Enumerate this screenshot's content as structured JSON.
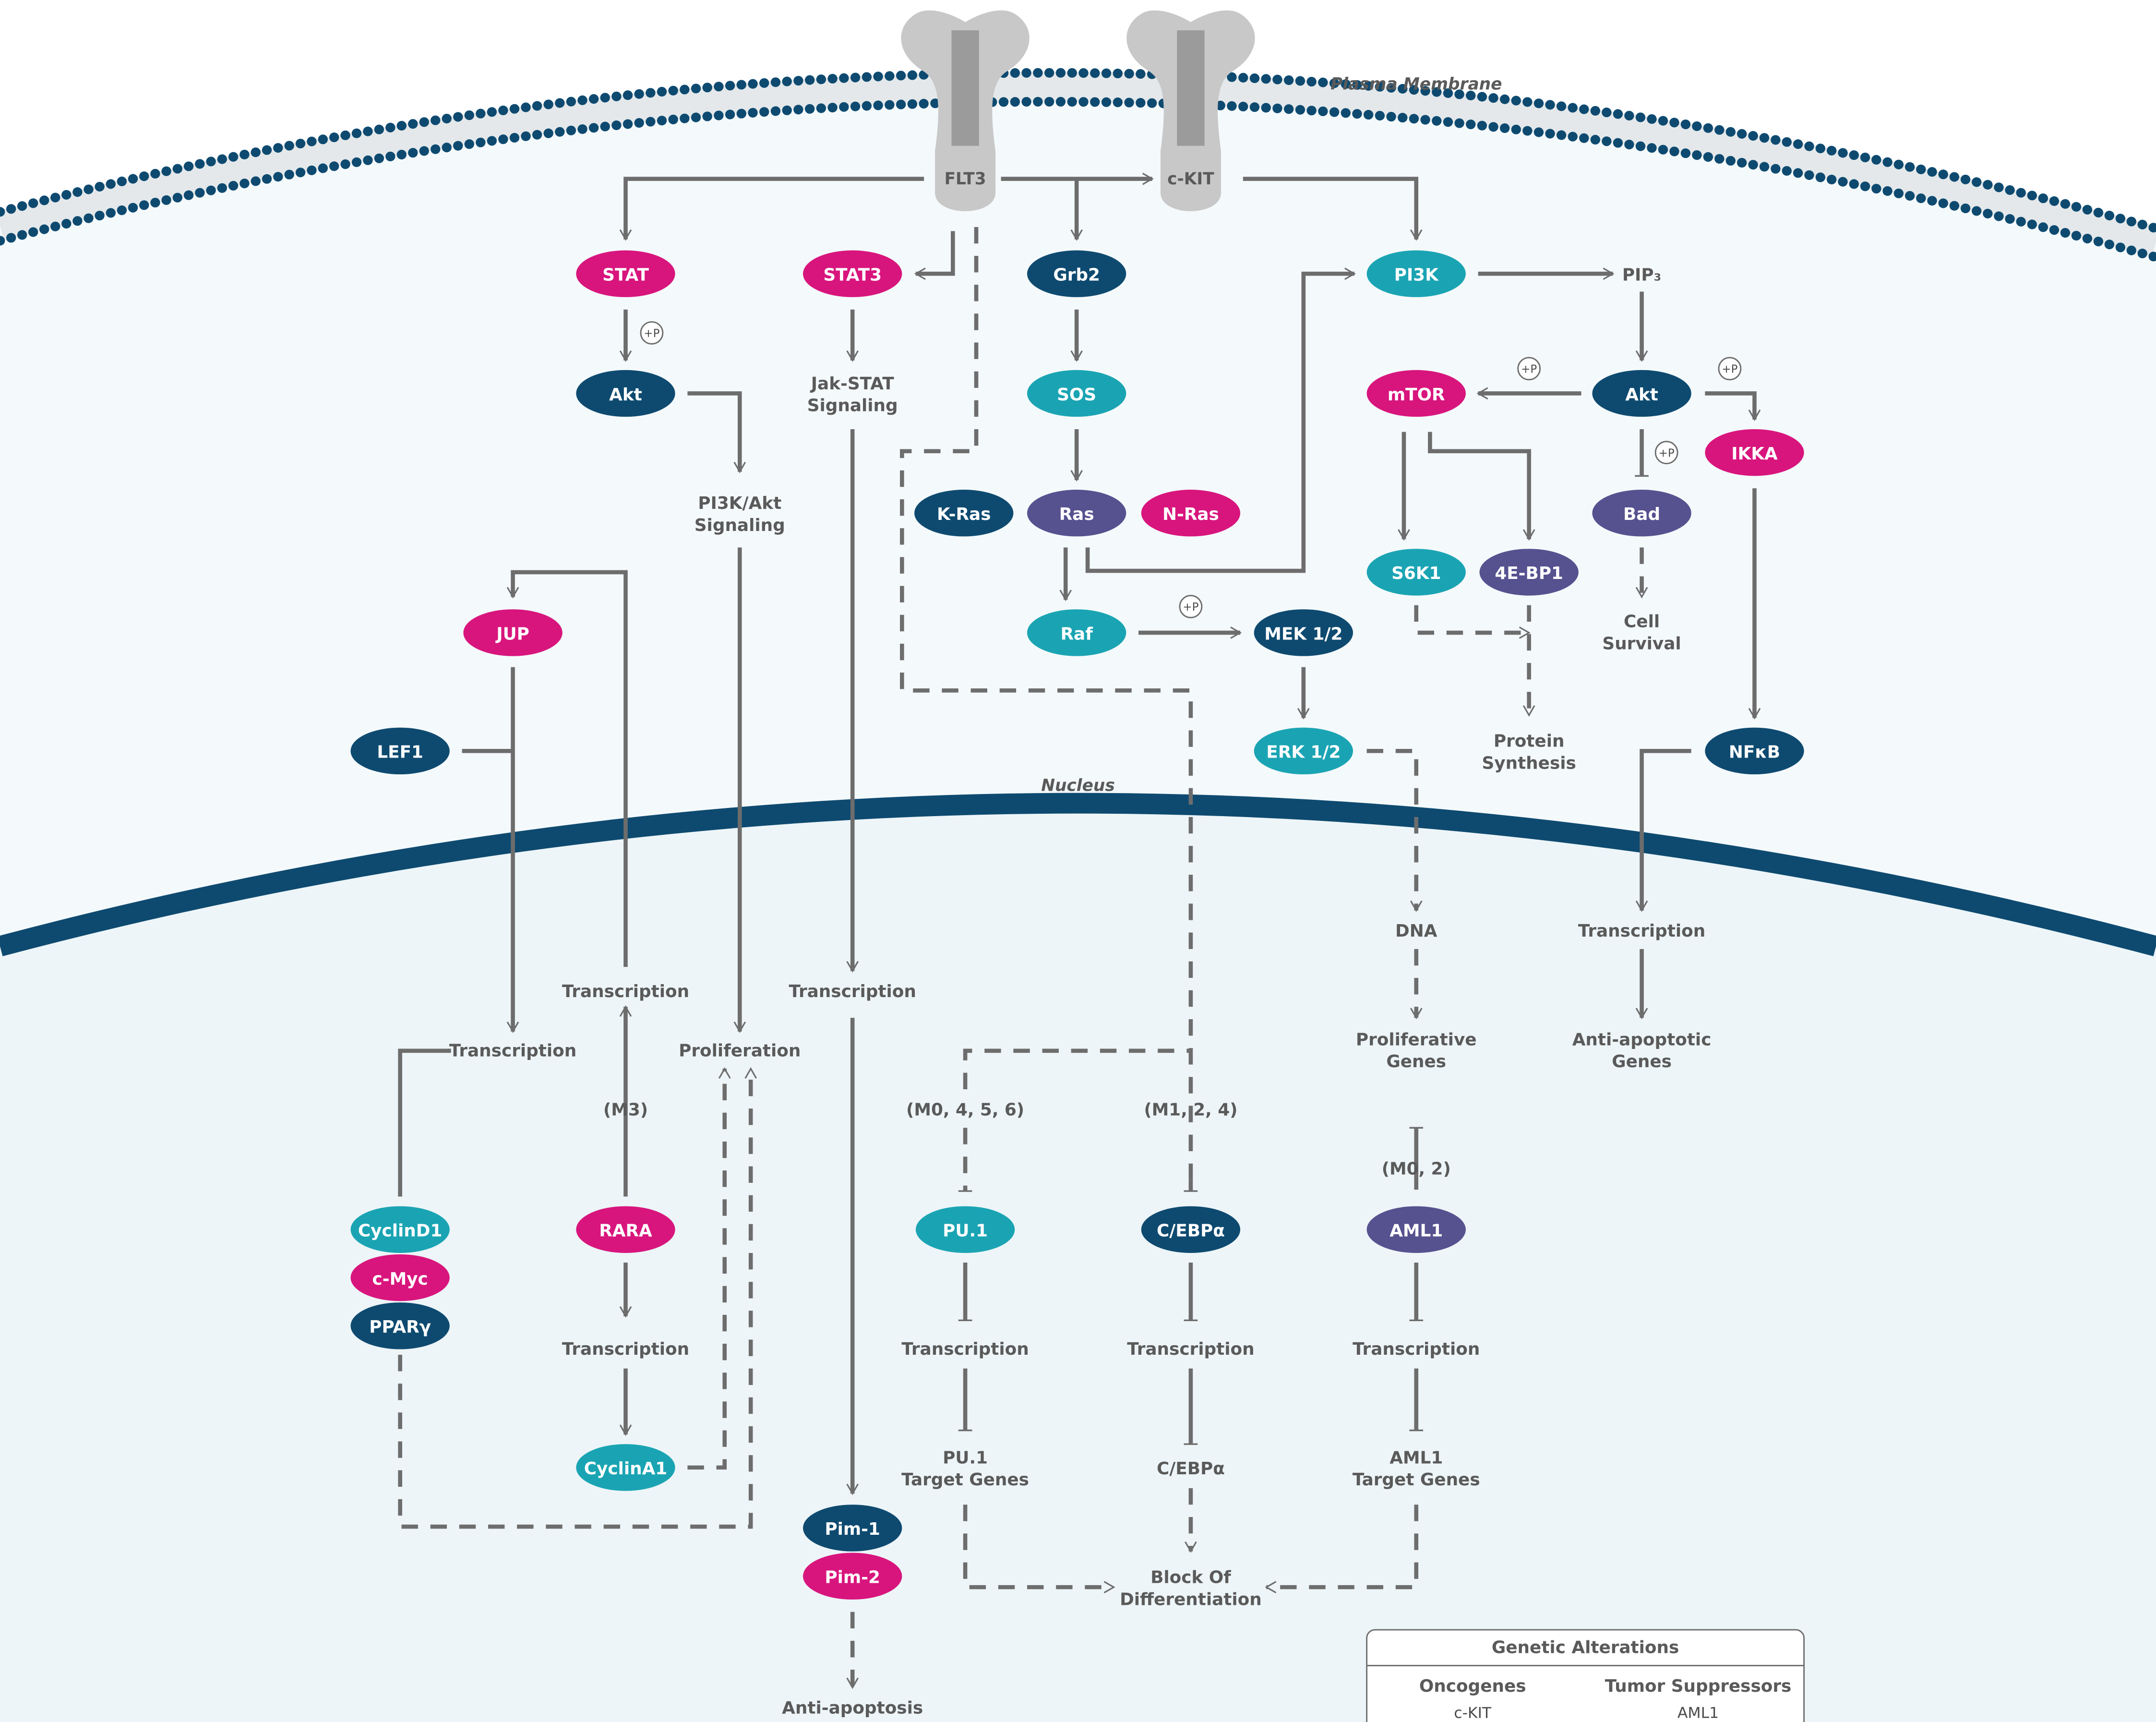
{
  "colors": {
    "navy": "#0e4a70",
    "magenta": "#d8157d",
    "teal": "#1aa4b3",
    "purple": "#56518f",
    "membrane_dots": "#0e4a70",
    "nucleus": "#0e4a70",
    "cell_bg": "#eef6f9"
  },
  "labels": {
    "plasma_membrane": "Plasma Membrane",
    "nucleus": "Nucleus"
  },
  "receptors": {
    "flt3": "FLT3",
    "ckit": "c-KIT"
  },
  "nodes": {
    "stat": "STAT",
    "stat3": "STAT3",
    "grb2": "Grb2",
    "pi3k": "PI3K",
    "akt_left": "Akt",
    "sos": "SOS",
    "akt_right": "Akt",
    "mtor": "mTOR",
    "ikka": "IKKA",
    "kras": "K-Ras",
    "ras": "Ras",
    "nras": "N-Ras",
    "bad": "Bad",
    "s6k1": "S6K1",
    "fourebp1": "4E-BP1",
    "jup": "JUP",
    "raf": "Raf",
    "mek": "MEK 1/2",
    "erk": "ERK 1/2",
    "lef1": "LEF1",
    "nfkb": "NFκB",
    "cyclind1": "CyclinD1",
    "cmyc": "c-Myc",
    "ppar": "PPARγ",
    "rara": "RARA",
    "cyclina1": "CyclinA1",
    "pu1": "PU.1",
    "cebpa": "C/EBPα",
    "aml1": "AML1",
    "pim1": "Pim-1",
    "pim2": "Pim-2"
  },
  "texts": {
    "pip3": "PIP₃",
    "jakstat_1": "Jak-STAT",
    "jakstat_2": "Signaling",
    "pi3kakt_1": "PI3K/Akt",
    "pi3kakt_2": "Signaling",
    "cell_survival_1": "Cell",
    "cell_survival_2": "Survival",
    "protein_synth_1": "Protein",
    "protein_synth_2": "Synthesis",
    "dna": "DNA",
    "transcription": "Transcription",
    "proliferation": "Proliferation",
    "prolif_genes_1": "Proliferative",
    "prolif_genes_2": "Genes",
    "antiapop_genes_1": "Anti-apoptotic",
    "antiapop_genes_2": "Genes",
    "m3": "(M3)",
    "m0456": "(M0, 4, 5, 6)",
    "m124": "(M1, 2, 4)",
    "m02": "(M0, 2)",
    "pu1_targets_1": "PU.1",
    "pu1_targets_2": "Target Genes",
    "cebpa_out": "C/EBPα",
    "aml1_targets_1": "AML1",
    "aml1_targets_2": "Target Genes",
    "block_1": "Block Of",
    "block_2": "Differentiation",
    "antiapoptosis": "Anti-apoptosis",
    "phospho": "+P"
  },
  "legend": {
    "title": "Genetic Alterations",
    "col1_title": "Oncogenes",
    "col2_title": "Tumor Suppressors",
    "col1_item": "c-KIT",
    "col2_item": "AML1"
  }
}
